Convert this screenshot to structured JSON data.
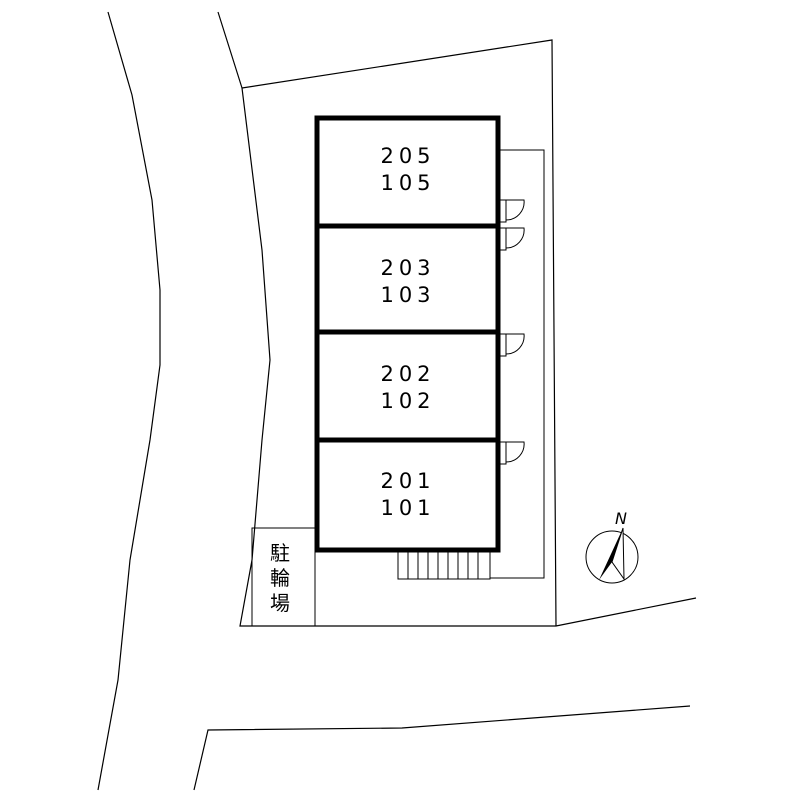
{
  "units": [
    {
      "upper": "205",
      "lower": "105"
    },
    {
      "upper": "203",
      "lower": "103"
    },
    {
      "upper": "202",
      "lower": "102"
    },
    {
      "upper": "201",
      "lower": "101"
    }
  ],
  "bicycle_parking": {
    "chars": [
      "駐",
      "輪",
      "場"
    ]
  },
  "compass": {
    "label": "N"
  }
}
